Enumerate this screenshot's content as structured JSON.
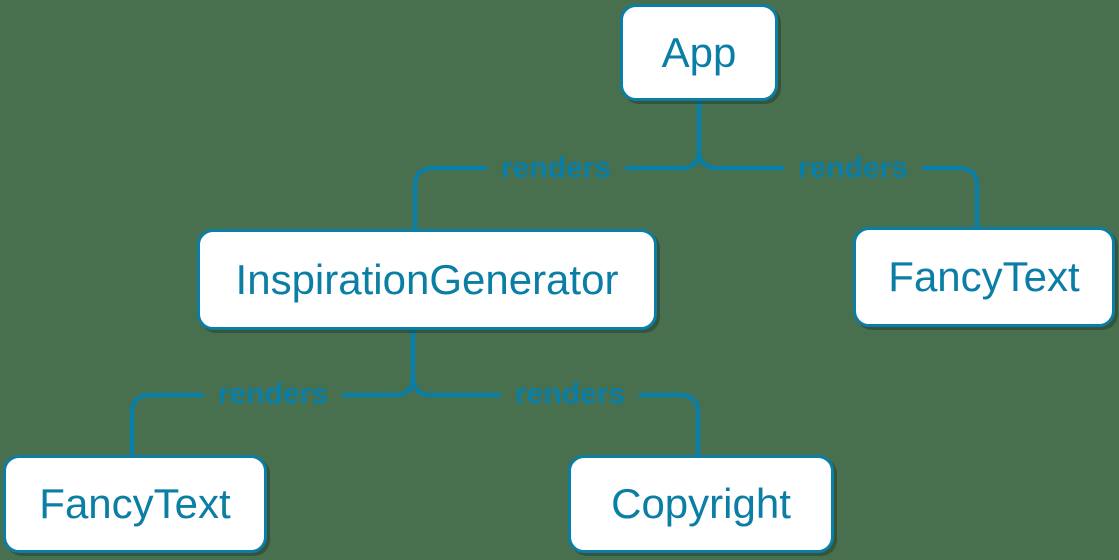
{
  "colors": {
    "background": "#48704f",
    "accent": "#0a7ea4",
    "node_fill": "#ffffff"
  },
  "diagram": {
    "type": "component-tree",
    "nodes": [
      {
        "id": "app",
        "label": "App"
      },
      {
        "id": "inspiration-generator",
        "label": "InspirationGenerator"
      },
      {
        "id": "fancy-text-right",
        "label": "FancyText"
      },
      {
        "id": "fancy-text-left",
        "label": "FancyText"
      },
      {
        "id": "copyright",
        "label": "Copyright"
      }
    ],
    "edges": [
      {
        "from": "App",
        "to": "InspirationGenerator",
        "label": "renders"
      },
      {
        "from": "App",
        "to": "FancyText",
        "label": "renders"
      },
      {
        "from": "InspirationGenerator",
        "to": "FancyText",
        "label": "renders"
      },
      {
        "from": "InspirationGenerator",
        "to": "Copyright",
        "label": "renders"
      }
    ]
  }
}
